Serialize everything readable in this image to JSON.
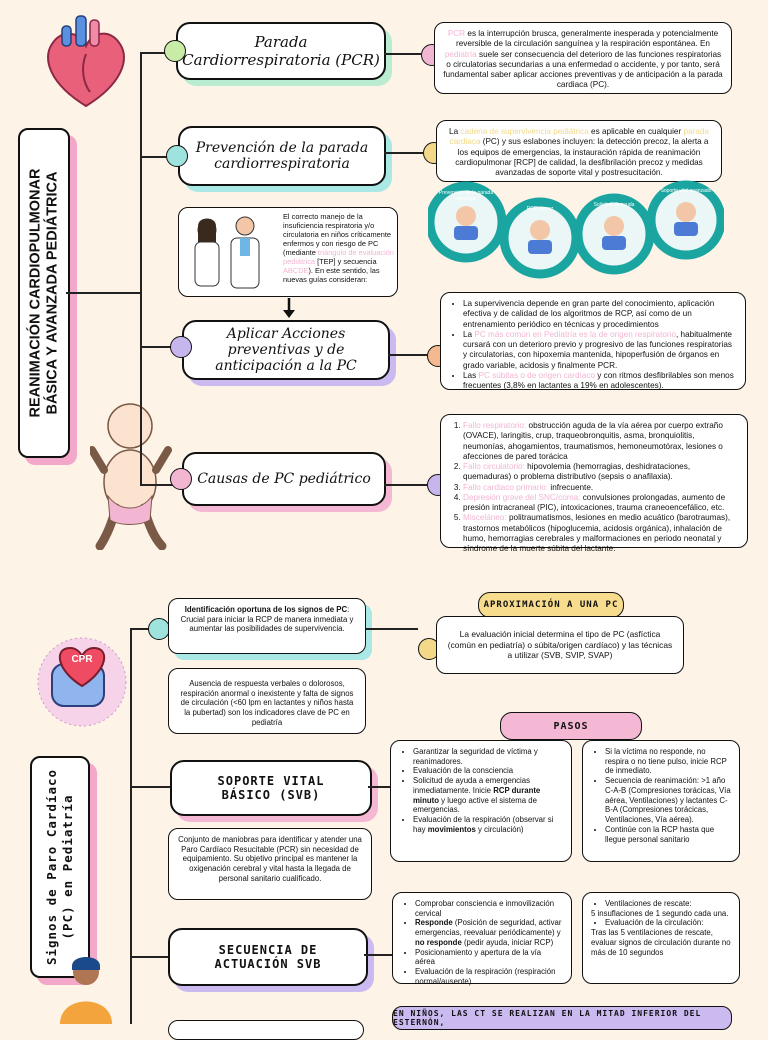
{
  "section1": {
    "title_line1": "REANIMACIÓN CARDIOPULMONAR",
    "title_line2": "BÁSICA Y AVANZADA PEDIÁTRICA",
    "nodes": {
      "pcr": "Parada Cardiorrespiratoria (PCR)",
      "prevencion": "Prevención de la parada cardiorrespiratoria",
      "aplicar": "Aplicar Acciones preventivas y de anticipación a la PC",
      "causas": "Causas de PC pediátrico"
    },
    "pcr_text": {
      "hl": "PCR",
      "t1": " es la interrupción brusca, generalmente inesperada y potencialmente reversible de la circulación sanguínea y la respiración espontánea. En ",
      "hl2": "pediatría",
      "t2": " suele ser consecuencia del deterioro de las funciones respiratorias o circulatorias secundarias a una enfermedad o accidente, y por tanto, será fundamental saber aplicar acciones preventivas y de anticipación a la parada cardiaca (PC)."
    },
    "prevencion_text": {
      "t1": "La ",
      "hl": "cadena de supervivencia pediátrica",
      "t2": " es aplicable en cualquier ",
      "hl2": "parada cardiaca",
      "t3": " (PC) y sus eslabones incluyen: la detección precoz, la alerta a los equipos de emergencias, la instauración rápida de reanimación cardiopulmonar [RCP] de calidad, la desfibrilación precoz y medidas avanzadas de soporte vital y postresucitación."
    },
    "chain_labels": [
      "Prevención de la parada cardíaca",
      "RCP precoz",
      "Solicitud de ayuda",
      "Soporte vital avanzado"
    ],
    "manejo_text": {
      "t1": "El correcto manejo de la insuficiencia respiratoria y/o circulatoria en niños críticamente enfermos y con riesgo de PC (mediante ",
      "hl": "triángulo de evaluación pediátrica",
      "t2": " [TEP] y secuencia ",
      "hl2": "ABCDE",
      "t3": "). En este sentido, las nuevas guías consideran:"
    },
    "aplicar_list": [
      {
        "t": "La supervivencia depende en gran parte del conocimiento, aplicación efectiva y de calidad de los algoritmos de RCP, así como de un entrenamiento periódico en técnicas y procedimientos",
        "hl": "",
        "t2": ""
      },
      {
        "t": "La ",
        "hl": "PC más común en Pediatría es la de origen respiratorio",
        "t2": ", habitualmente cursará con un deterioro previo y progresivo de las funciones respiratorias y circulatorias, con hipoxemia mantenida, hipoperfusión de órganos en grado variable, acidosis y finalmente PCR."
      },
      {
        "t": "Las ",
        "hl": "PC súbitas o de origen cardíaco",
        "t2": " y con ritmos desfibrilables son menos frecuentes (3,8% en lactantes a 19% en adolescentes)."
      }
    ],
    "causas_list": [
      {
        "hl": "Fallo respiratorio:",
        "t": " obstrucción aguda de la vía aérea por cuerpo extraño (OVACE), laringitis, crup, traqueobronquitis, asma, bronquiolitis, neumonías, ahogamientos, traumatismos, hemoneumotórax, lesiones o afecciones de pared torácica"
      },
      {
        "hl": "Fallo circulatorio:",
        "t": " hipovolemia (hemorragias, deshidrataciones, quemaduras) o problema distributivo (sepsis o anafilaxia)."
      },
      {
        "hl": "Fallo cardiaco primario:",
        "t": " infrecuente."
      },
      {
        "hl": "Depresión grave del SNC/coma:",
        "t": " convulsiones prolongadas, aumento de presión intracraneal (PIC), intoxicaciones, trauma craneoencefálico, etc."
      },
      {
        "hl": "Misceláneo:",
        "t": " politraumatismos, lesiones en medio acuático (barotraumas), trastornos metabólicos (hipoglucemia, acidosis orgánica), inhalación de humo, hemorragias cerebrales y malformaciones en periodo neonatal y síndrome de la muerte súbita del lactante."
      }
    ]
  },
  "section2": {
    "title_line1": "Signos de Paro Cardíaco",
    "title_line2": "(PC) en Pediatría",
    "cpr_badge": "CPR",
    "ident": {
      "bold": "Identificación oportuna de los signos de PC",
      "t": ": Crucial para iniciar la RCP de manera inmediata y aumentar las posibilidades de supervivencia."
    },
    "aproximacion_tag": "APROXIMACIÓN A UNA PC",
    "aproximacion_text": "La evaluación inicial determina el tipo de PC (asfíctica (común en pediatría) o súbita/origen cardíaco) y las técnicas a utilizar (SVB, SVIP, SVAP)",
    "signos_text": "Ausencia de respuesta verbales o dolorosos, respiración anormal o inexistente y falta de signos de circulación (<60 lpm en lactantes y niños hasta la pubertad) son los indicadores clave de PC en pediatría",
    "pasos_tag": "PASOS",
    "svb_node": "SOPORTE VITAL BÁSICO (SVB)",
    "svb_text": "Conjunto de maniobras para identificar y atender una Paro Cardíaco Resucitable (PCR) sin necesidad de equipamiento. Su objetivo principal es mantener la oxigenación cerebral y vital hasta la llegada de personal sanitario cualificado.",
    "pasos_left": [
      {
        "t": "Garantizar la seguridad de víctima y reanimadores.",
        "b": "",
        "t2": ""
      },
      {
        "t": "Evaluación de la consciencia",
        "b": "",
        "t2": ""
      },
      {
        "t": "Solicitud de ayuda a emergencias inmediatamente. Inicie ",
        "b": "RCP durante minuto",
        "t2": " y luego active el sistema de emergencias."
      },
      {
        "t": "Evaluación de la respiración (observar si hay ",
        "b": "movimientos",
        "t2": " y circulación)"
      }
    ],
    "pasos_right": [
      {
        "t": "Si la víctima no responde, no respira o no tiene pulso, inicie RCP de inmediato."
      },
      {
        "t": "Secuencia de reanimación: >1 año C-A-B (Compresiones torácicas, Vía aérea, Ventilaciones) y lactantes C-B-A (Compresiones torácicas, Ventilaciones, Vía aérea)."
      },
      {
        "t": "Continúe con la RCP hasta que llegue personal sanitario"
      }
    ],
    "secuencia_node": "SECUENCIA DE ACTUACIÓN SVB",
    "secuencia_left": [
      {
        "t": "Comprobar consciencia e inmovilización cervical",
        "b": "",
        "t2": ""
      },
      {
        "t": "",
        "b": "Responde",
        "t2": " (Posición de seguridad, activar emergencias, reevaluar periódicamente) y "
      },
      {
        "t": "",
        "b": "no responde",
        "t2": " (pedir ayuda, iniciar RCP)"
      },
      {
        "t": "Posicionamiento y apertura de la vía aérea",
        "b": "",
        "t2": ""
      },
      {
        "t": "Evaluación de la respiración (respiración normal/ausente)",
        "b": "",
        "t2": ""
      }
    ],
    "secuencia_right": {
      "b1": "Ventilaciones de rescate:",
      "t1": "5 insuflaciones de 1 segundo cada una.",
      "b2": "Evaluación de la circulación:",
      "t2": "Tras las 5 ventilaciones de rescate, evaluar signos de circulación durante no más de 10 segundos"
    },
    "bottom_banner": "EN NIÑOS, LAS CT SE REALIZAN EN LA MITAD INFERIOR DEL ESTERNÓN,"
  },
  "colors": {
    "background": "#fdf3e6",
    "pink": "#f4a8c9",
    "green": "#b9ecd0",
    "cyan": "#a9e8e4",
    "purple": "#cbbaf0",
    "yellow": "#f6dc8c",
    "peach": "#f5b98f",
    "teal": "#1aa5a0"
  }
}
